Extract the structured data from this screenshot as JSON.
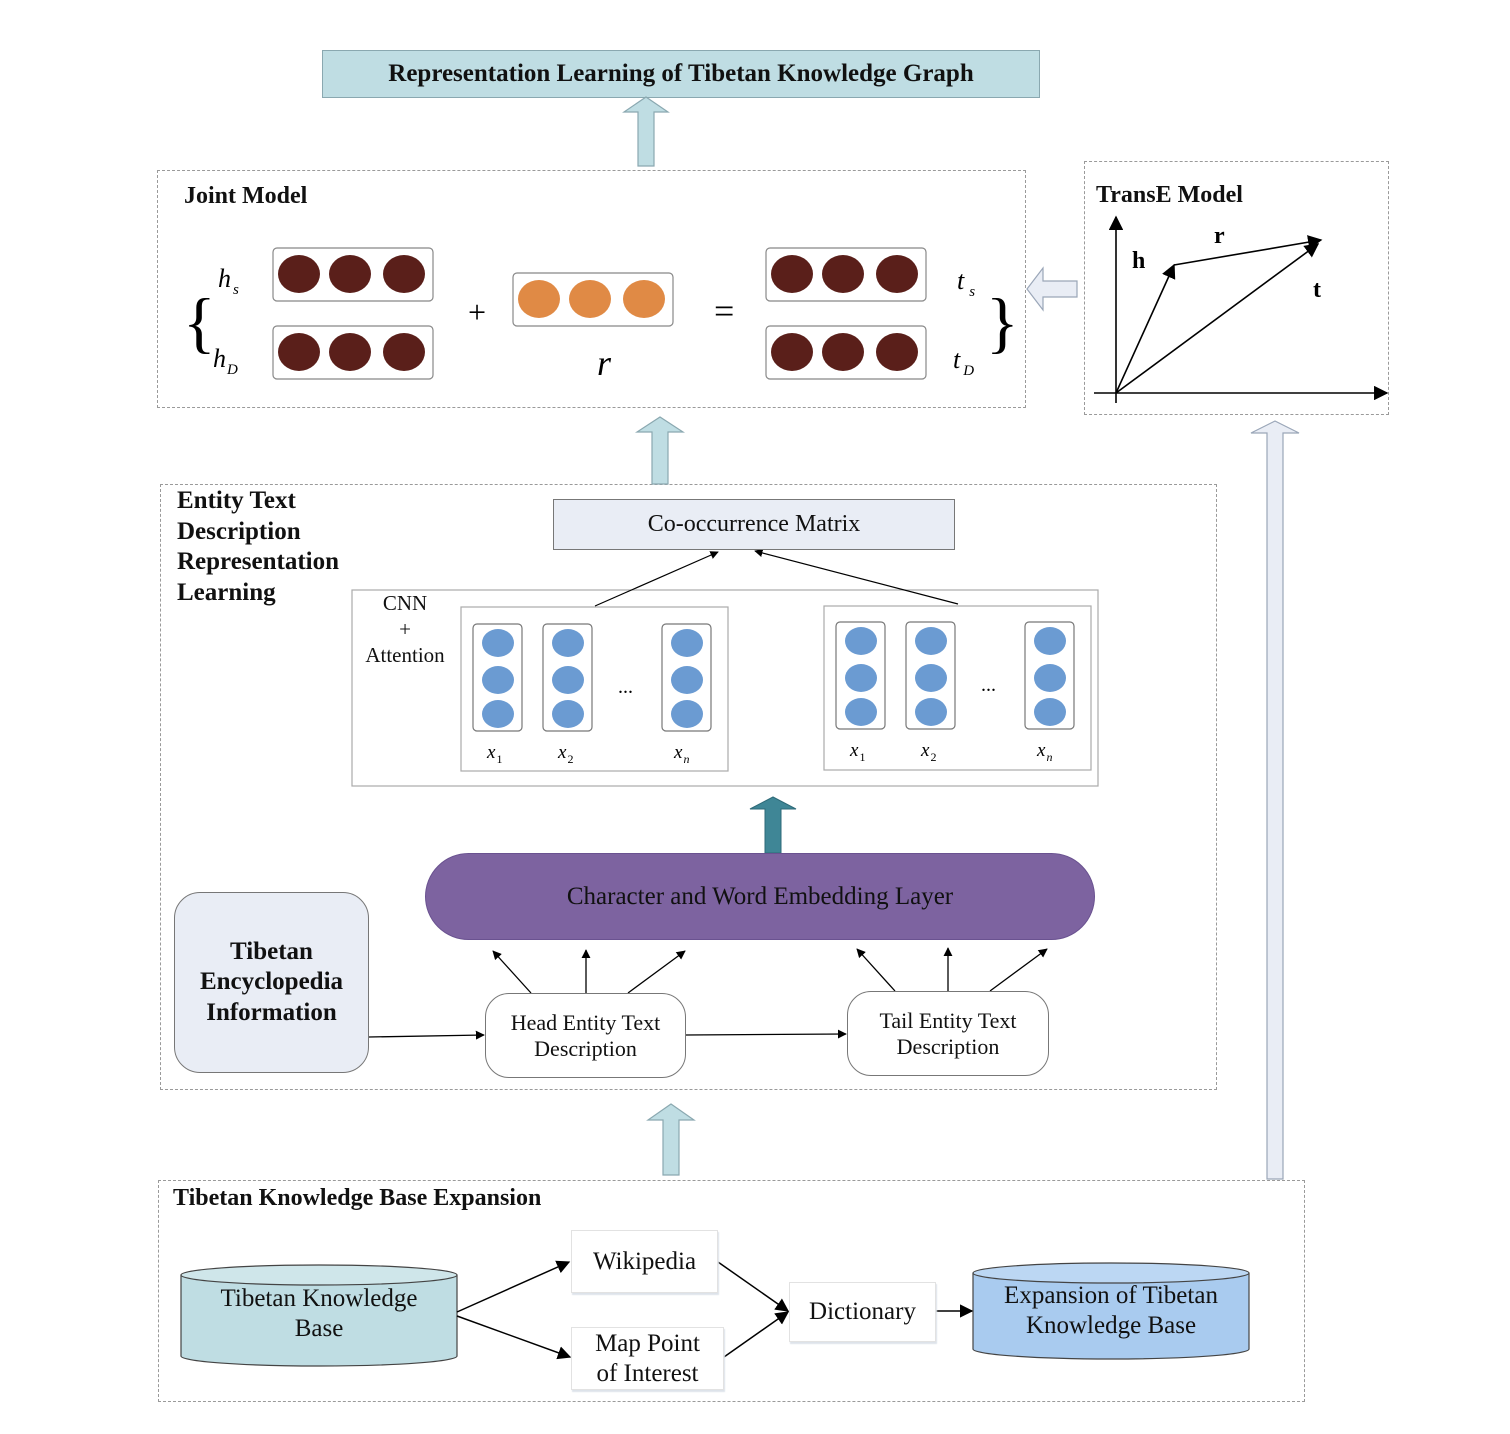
{
  "top_box": {
    "label": "Representation Learning of Tibetan Knowledge Graph"
  },
  "joint_model": {
    "title": "Joint Model",
    "h_s": {
      "letter": "h",
      "sub": "s"
    },
    "h_d": {
      "letter": "h",
      "sub": "D"
    },
    "t_s": {
      "letter": "t",
      "sub": "s"
    },
    "t_d": {
      "letter": "t",
      "sub": "D"
    },
    "r_label": "r",
    "plus": "+",
    "equals": "=",
    "left_brace": "{",
    "right_brace": "}"
  },
  "transe": {
    "title": "TransE Model",
    "h_label": "h",
    "r_label": "r",
    "t_label": "t"
  },
  "etd": {
    "title_lines": [
      "Entity Text",
      "Description",
      "Representation",
      "Learning"
    ],
    "cooccurrence": "Co-occurrence Matrix",
    "cnn_lines": [
      "CNN",
      "+",
      "Attention"
    ],
    "x_letter": "x",
    "x_subs": [
      "1",
      "2",
      "n"
    ],
    "ellipsis": "...",
    "embedding": "Character and Word Embedding Layer",
    "encyclopedia_lines": [
      "Tibetan",
      "Encyclopedia",
      "Information"
    ],
    "head_lines": [
      "Head Entity Text",
      "Description"
    ],
    "tail_lines": [
      "Tail Entity Text",
      "Description"
    ]
  },
  "kb": {
    "title": "Tibetan Knowledge Base Expansion",
    "base_lines": [
      "Tibetan Knowledge",
      "Base"
    ],
    "wikipedia": "Wikipedia",
    "map_lines": [
      "Map Point",
      "of Interest"
    ],
    "dictionary": "Dictionary",
    "expansion_lines": [
      "Expansion of Tibetan",
      "Knowledge Base"
    ]
  },
  "colors": {
    "light_blue": "#bfdde3",
    "dark_dot": "#5a1f1a",
    "orange_dot": "#e08a45",
    "blue_dot": "#6b9bd2",
    "purple": "#7d63a0",
    "teal_arrow": "#3f8696",
    "pale_panel": "#e9edf5",
    "expansion_blue": "#a9cbef"
  }
}
